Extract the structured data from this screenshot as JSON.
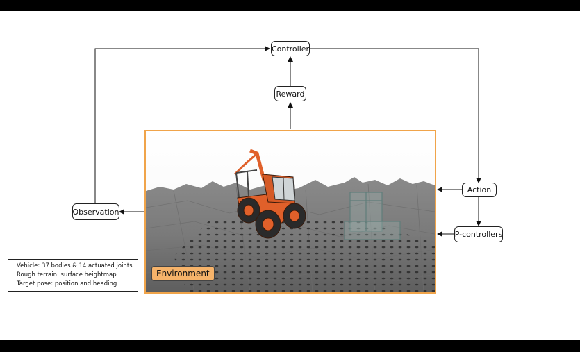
{
  "nodes": {
    "controller": "Controller",
    "reward": "Reward",
    "action": "Action",
    "pcontrollers": "P-controllers",
    "observation": "Observation",
    "environment": "Environment"
  },
  "notes": [
    "Vehicle: 37 bodies & 14 actuated joints",
    "Rough terrain: surface heightmap",
    "Target pose: position and heading"
  ],
  "colors": {
    "environment_border": "#f0a44a",
    "environment_label_bg": "#f6b36a",
    "vehicle": "#e0602a"
  }
}
